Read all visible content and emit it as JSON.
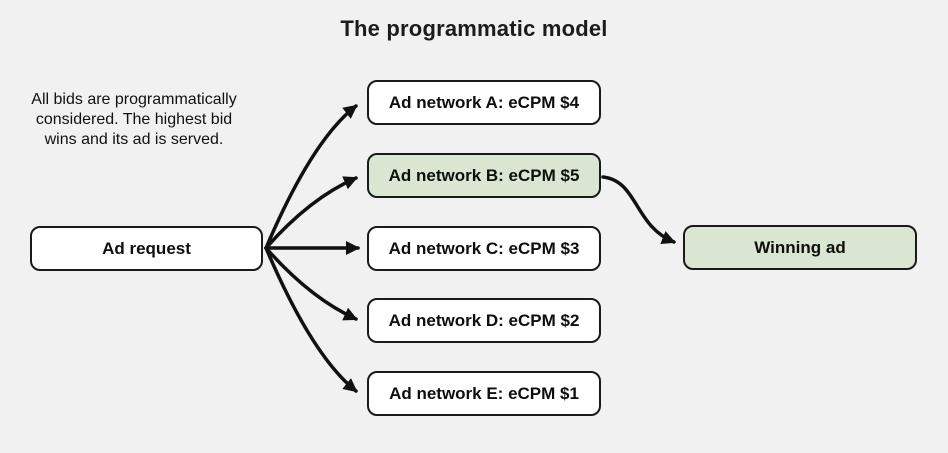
{
  "title": "The programmatic model",
  "note": {
    "lines": [
      "All bids are programmatically",
      "considered. The highest bid",
      "wins and its ad is served."
    ]
  },
  "nodes": {
    "ad_request": {
      "label": "Ad request"
    },
    "networks": [
      {
        "label": "Ad network A: eCPM $4",
        "highlight": false
      },
      {
        "label": "Ad network B: eCPM $5",
        "highlight": true
      },
      {
        "label": "Ad network C: eCPM $3",
        "highlight": false
      },
      {
        "label": "Ad network D: eCPM $2",
        "highlight": false
      },
      {
        "label": "Ad network E: eCPM $1",
        "highlight": false
      }
    ],
    "winning": {
      "label": "Winning ad"
    }
  },
  "colors": {
    "background": "#f1f1f2",
    "box_fill": "#ffffff",
    "highlight_fill": "#d9e7d2",
    "border": "#1a1a1a",
    "arrow": "#111111"
  }
}
